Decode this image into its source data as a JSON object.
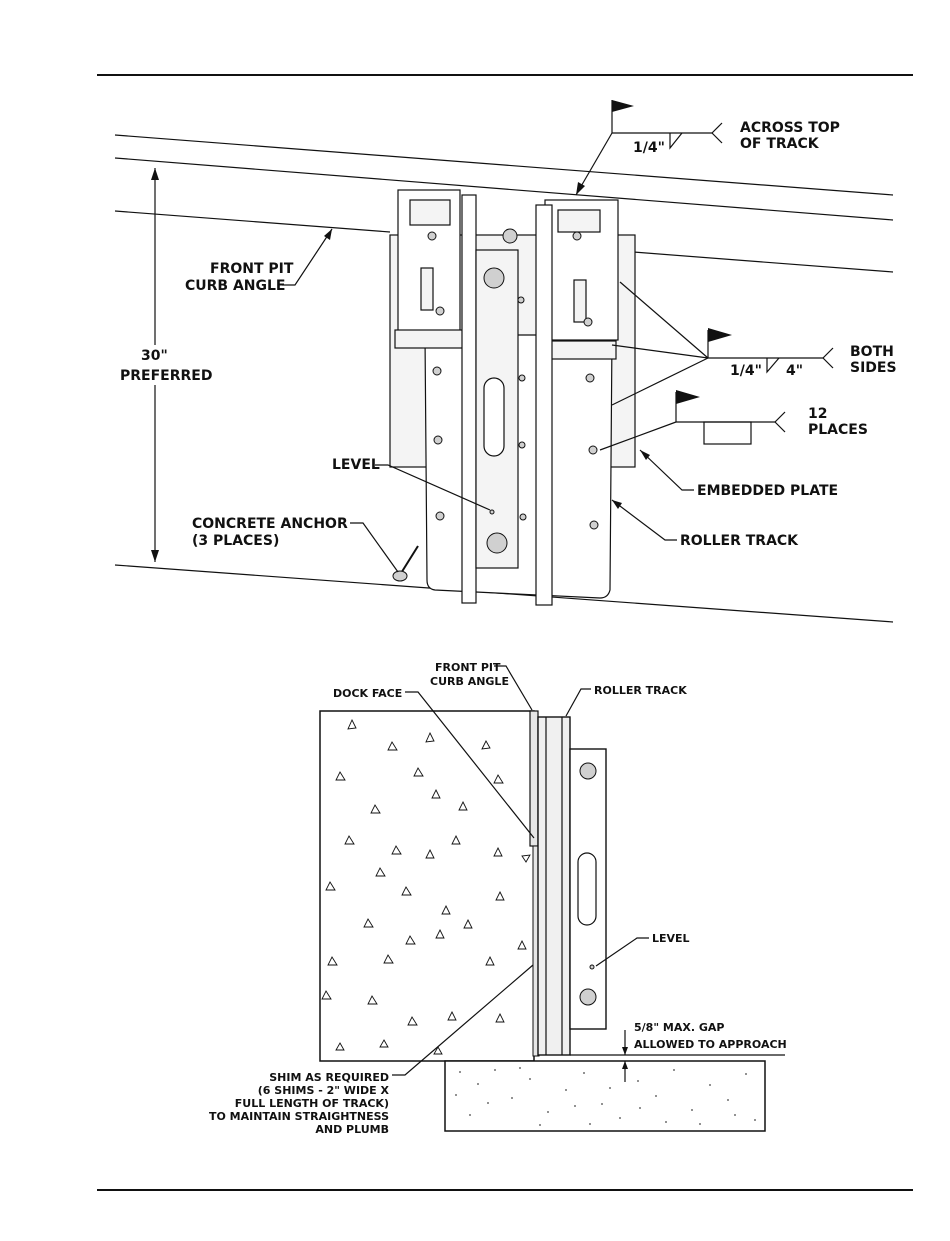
{
  "top_view": {
    "weld_top": {
      "size": "1/4\"",
      "note_line1": "ACROSS TOP",
      "note_line2": "OF TRACK"
    },
    "front_pit_curb_angle": {
      "line1": "FRONT PIT",
      "line2": "CURB ANGLE"
    },
    "height": {
      "value": "30\"",
      "note": "PREFERRED"
    },
    "weld_sides": {
      "size": "1/4\"",
      "length": "4\"",
      "note_line1": "BOTH",
      "note_line2": "SIDES"
    },
    "weld_places": {
      "note_line1": "12",
      "note_line2": "PLACES"
    },
    "level": "LEVEL",
    "embedded_plate": "EMBEDDED PLATE",
    "concrete_anchor": {
      "line1": "CONCRETE ANCHOR",
      "line2": "(3 PLACES)"
    },
    "roller_track": "ROLLER TRACK"
  },
  "side_view": {
    "front_pit_curb_angle": {
      "line1": "FRONT PIT",
      "line2": "CURB ANGLE"
    },
    "dock_face": "DOCK FACE",
    "roller_track": "ROLLER TRACK",
    "level": "LEVEL",
    "gap": {
      "line1": "5/8\" MAX. GAP",
      "line2": "ALLOWED TO  APPROACH"
    },
    "shim": {
      "line1": "SHIM AS REQUIRED",
      "line2": "(6 SHIMS - 2\" WIDE X",
      "line3": "FULL LENGTH OF TRACK)",
      "line4": "TO MAINTAIN STRAIGHTNESS",
      "line5": "AND PLUMB"
    }
  }
}
